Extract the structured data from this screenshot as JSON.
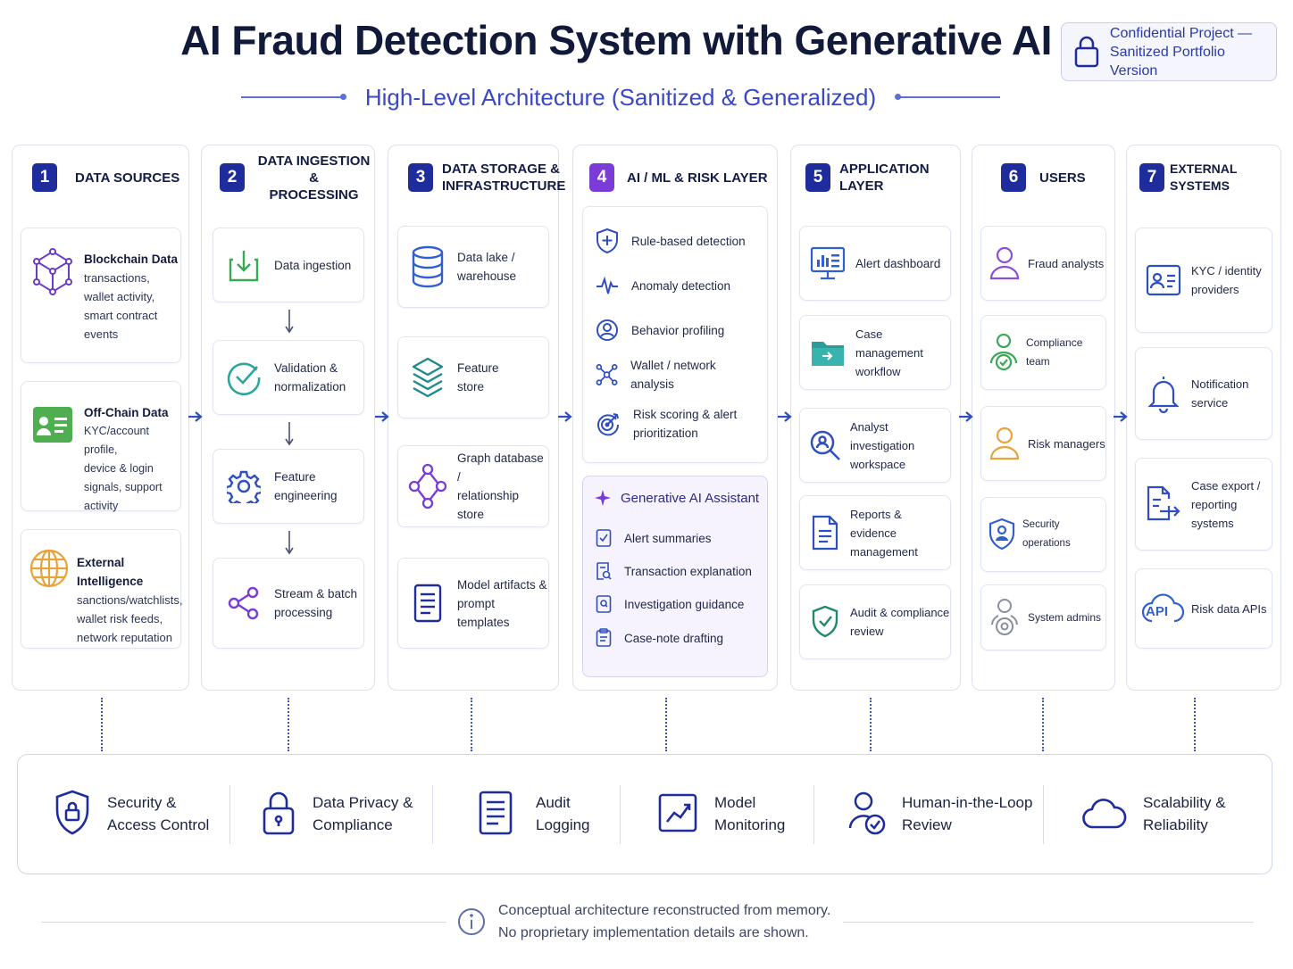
{
  "header": {
    "title": "AI Fraud Detection System with Generative AI",
    "subtitle": "High-Level Architecture (Sanitized & Generalized)",
    "badge_line1": "Confidential Project —",
    "badge_line2": "Sanitized Portfolio Version"
  },
  "columns": [
    {
      "number": "1",
      "title_line1": "DATA SOURCES",
      "title_line2": "",
      "items": [
        {
          "title": "Blockchain Data",
          "desc1": "transactions,",
          "desc2": "wallet activity,",
          "desc3": "smart contract",
          "desc4": "events",
          "icon": "cube-network-icon"
        },
        {
          "title": "Off-Chain Data",
          "desc1": "KYC/account profile,",
          "desc2": "device & login",
          "desc3": "signals, support",
          "desc4": "activity",
          "icon": "id-card-icon"
        },
        {
          "title": "External Intelligence",
          "desc1": "sanctions/watchlists,",
          "desc2": "wallet risk feeds,",
          "desc3": "network reputation",
          "icon": "globe-icon"
        }
      ]
    },
    {
      "number": "2",
      "title_line1": "DATA INGESTION &",
      "title_line2": "PROCESSING",
      "items": [
        {
          "line1": "Data ingestion",
          "icon": "download-tray-icon"
        },
        {
          "line1": "Validation &",
          "line2": "normalization",
          "icon": "check-circle-icon"
        },
        {
          "line1": "Feature",
          "line2": "engineering",
          "icon": "gear-icon"
        },
        {
          "line1": "Stream & batch",
          "line2": "processing",
          "icon": "share-nodes-icon"
        }
      ]
    },
    {
      "number": "3",
      "title_line1": "DATA STORAGE &",
      "title_line2": "INFRASTRUCTURE",
      "items": [
        {
          "line1": "Data lake /",
          "line2": "warehouse",
          "icon": "database-icon"
        },
        {
          "line1": "Feature",
          "line2": "store",
          "icon": "layers-icon"
        },
        {
          "line1": "Graph database /",
          "line2": "relationship store",
          "icon": "graph-icon"
        },
        {
          "line1": "Model artifacts &",
          "line2": "prompt templates",
          "icon": "document-icon"
        }
      ]
    },
    {
      "number": "4",
      "title_line1": "AI / ML & RISK LAYER",
      "title_line2": "",
      "items": [
        {
          "line1": "Rule-based detection",
          "icon": "shield-plus-icon"
        },
        {
          "line1": "Anomaly detection",
          "icon": "pulse-icon"
        },
        {
          "line1": "Behavior profiling",
          "icon": "user-circle-icon"
        },
        {
          "line1": "Wallet / network analysis",
          "icon": "network-icon"
        },
        {
          "line1": "Risk scoring & alert",
          "line2": "prioritization",
          "icon": "target-icon"
        }
      ],
      "gen_ai": {
        "title": "Generative AI Assistant",
        "items": [
          "Alert summaries",
          "Transaction explanation",
          "Investigation guidance",
          "Case-note drafting"
        ]
      }
    },
    {
      "number": "5",
      "title_line1": "APPLICATION LAYER",
      "title_line2": "",
      "items": [
        {
          "line1": "Alert dashboard",
          "icon": "dashboard-icon"
        },
        {
          "line1": "Case management",
          "line2": "workflow",
          "icon": "folder-icon"
        },
        {
          "line1": "Analyst investigation",
          "line2": "workspace",
          "icon": "magnifier-icon"
        },
        {
          "line1": "Reports & evidence",
          "line2": "management",
          "icon": "report-icon"
        },
        {
          "line1": "Audit & compliance",
          "line2": "review",
          "icon": "shield-check-icon"
        }
      ]
    },
    {
      "number": "6",
      "title_line1": "USERS",
      "title_line2": "",
      "items": [
        {
          "line1": "Fraud analysts",
          "icon": "user-purple-icon"
        },
        {
          "line1": "Compliance team",
          "icon": "user-green-icon"
        },
        {
          "line1": "Risk managers",
          "icon": "user-orange-icon"
        },
        {
          "line1": "Security operations",
          "icon": "user-shield-icon"
        },
        {
          "line1": "System admins",
          "icon": "user-gear-icon"
        }
      ]
    },
    {
      "number": "7",
      "title_line1": "EXTERNAL SYSTEMS",
      "title_line2": "",
      "items": [
        {
          "line1": "KYC / identity",
          "line2": "providers",
          "icon": "id-badge-icon"
        },
        {
          "line1": "Notification",
          "line2": "service",
          "icon": "bell-icon"
        },
        {
          "line1": "Case export /",
          "line2": "reporting",
          "line3": "systems",
          "icon": "export-icon"
        },
        {
          "line1": "Risk data APIs",
          "icon": "cloud-api-icon",
          "icon_text": "API"
        }
      ]
    }
  ],
  "bottom": [
    {
      "line1": "Security &",
      "line2": "Access Control",
      "icon": "shield-lock-icon"
    },
    {
      "line1": "Data Privacy &",
      "line2": "Compliance",
      "icon": "padlock-icon"
    },
    {
      "line1": "Audit",
      "line2": "Logging",
      "icon": "log-document-icon"
    },
    {
      "line1": "Model",
      "line2": "Monitoring",
      "icon": "chart-monitor-icon"
    },
    {
      "line1": "Human-in-the-Loop",
      "line2": "Review",
      "icon": "user-check-icon"
    },
    {
      "line1": "Scalability &",
      "line2": "Reliability",
      "icon": "cloud-icon"
    }
  ],
  "footer": {
    "line1": "Conceptual architecture reconstructed from memory.",
    "line2": "No proprietary implementation details are shown."
  },
  "colors": {
    "navy": "#1e2c9c",
    "purple": "#7a3bd6",
    "blue": "#3a5fd0",
    "green": "#3aa856",
    "orange": "#e8a23a"
  }
}
